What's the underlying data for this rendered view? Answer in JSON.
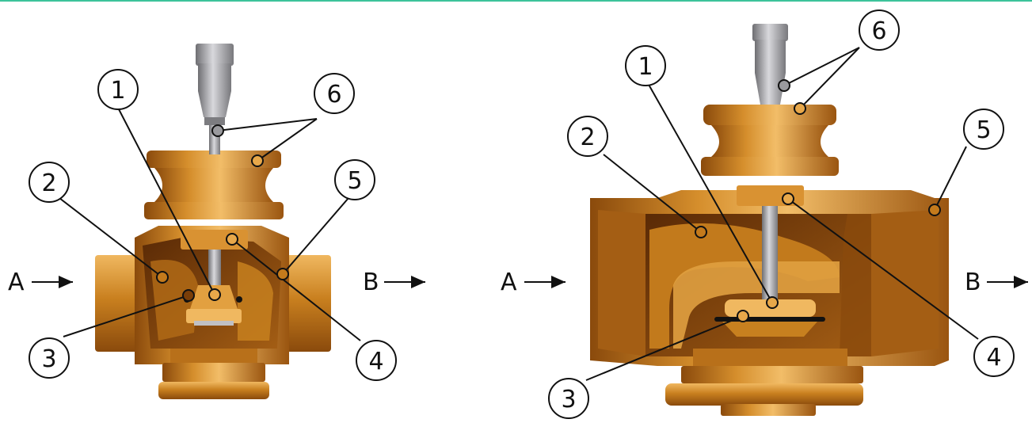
{
  "colors": {
    "accent_line": "#3cc39a",
    "brass_light": "#e8a84a",
    "brass_mid": "#c47a1c",
    "brass_dark": "#7a3e08",
    "steel": "#9a9a9e",
    "outline": "#111111"
  },
  "left_valve": {
    "flow_in": "A",
    "flow_out": "B",
    "callouts": [
      "1",
      "2",
      "3",
      "4",
      "5",
      "6"
    ]
  },
  "right_valve": {
    "flow_in": "A",
    "flow_out": "B",
    "callouts": [
      "1",
      "2",
      "3",
      "4",
      "5",
      "6"
    ]
  }
}
